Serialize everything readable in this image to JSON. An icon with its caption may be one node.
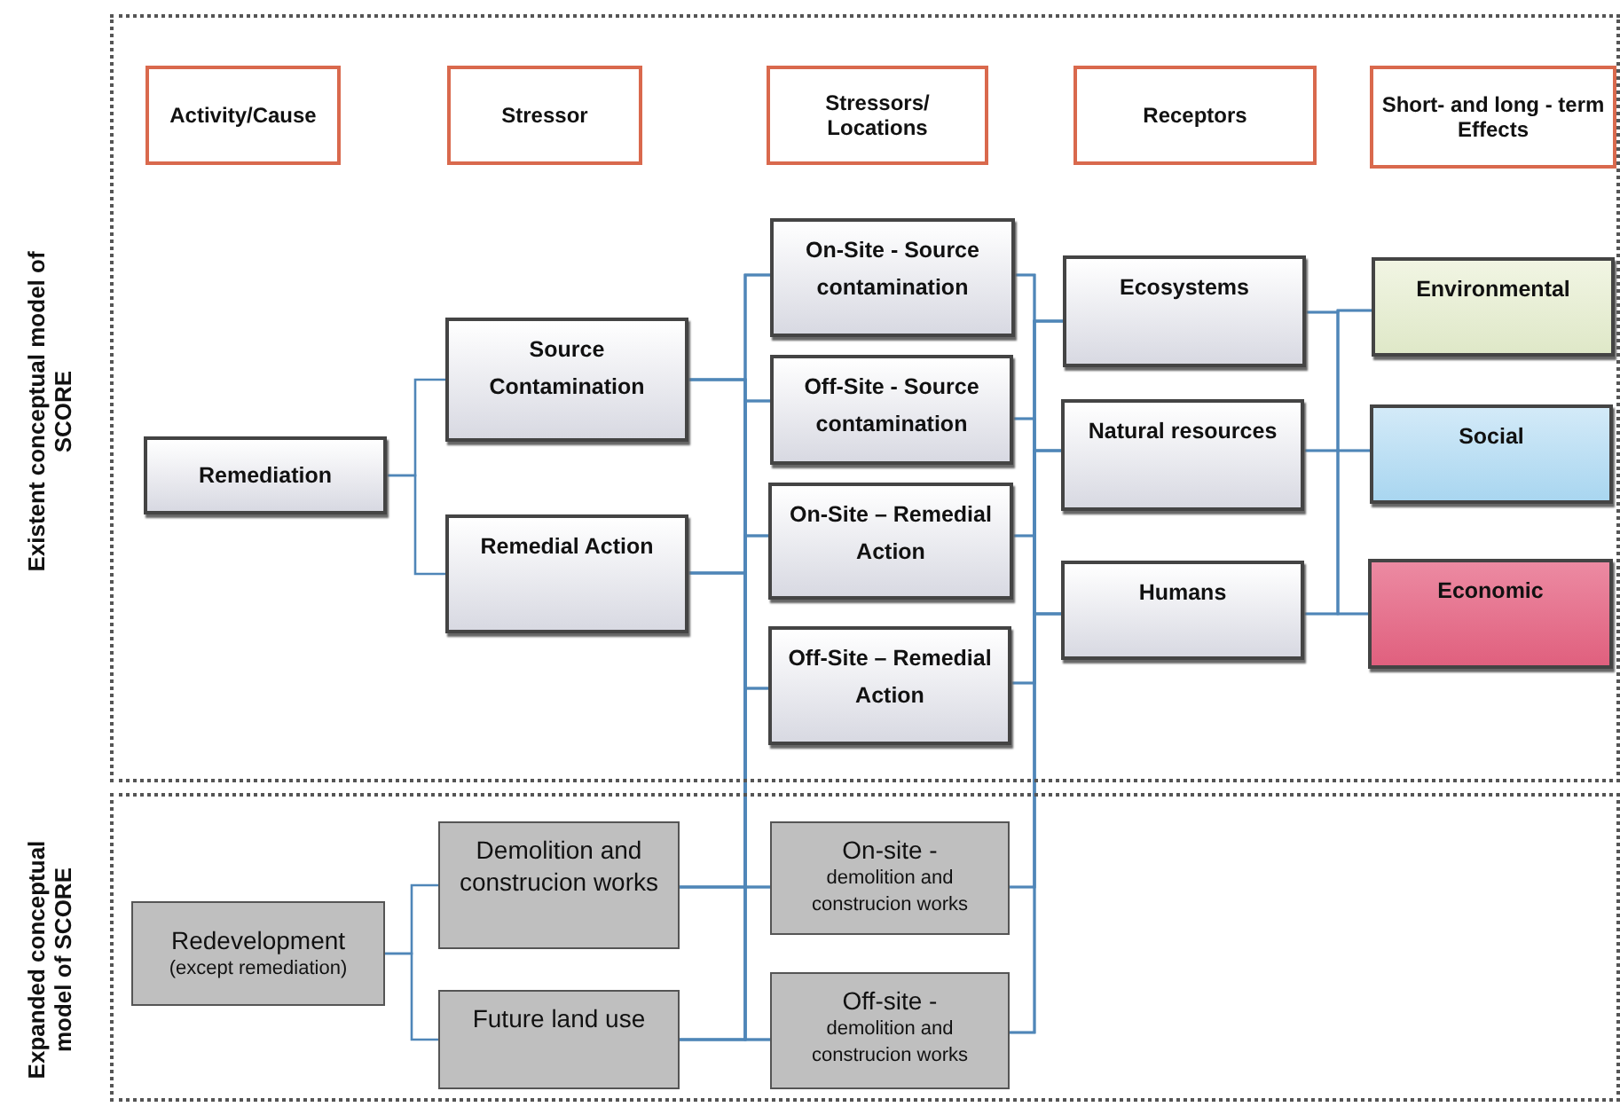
{
  "diagram": {
    "nodes": [
      {
        "text": [
          "Existent conceptual model of SCORE"
        ]
      },
      {
        "text": [
          "Activity/Cause"
        ],
        "in": 0
      },
      {
        "text": [
          "Stressor"
        ],
        "in": 0
      },
      {
        "text": [
          "Stressors/ Locations"
        ],
        "in": 0
      },
      {
        "text": [
          "Receptors"
        ],
        "in": 0
      },
      {
        "text": [
          "Short- and long - term Effects"
        ],
        "in": 0
      },
      {
        "text": [
          "Remediation"
        ],
        "in": 0
      },
      {
        "text": [
          "Source Contamination"
        ],
        "in": 0
      },
      {
        "text": [
          "Remedial Action"
        ],
        "in": 0
      },
      {
        "text": [
          "On-Site - Source contamination"
        ],
        "in": 0
      },
      {
        "text": [
          "Off-Site - Source contamination"
        ],
        "in": 0
      },
      {
        "text": [
          "On-Site – Remedial Action"
        ],
        "in": 0
      },
      {
        "text": [
          "Off-Site – Remedial Action"
        ],
        "in": 0
      },
      {
        "text": [
          "Ecosystems"
        ],
        "in": 0
      },
      {
        "text": [
          "Natural resources"
        ],
        "in": 0
      },
      {
        "text": [
          "Humans"
        ],
        "in": 0
      },
      {
        "text": [
          "Environmental"
        ],
        "in": 0
      },
      {
        "text": [
          "Social"
        ],
        "in": 0
      },
      {
        "text": [
          "Economic"
        ],
        "in": 0
      },
      {
        "text": [
          "Expanded conceptual model of SCORE"
        ]
      },
      {
        "text": [
          "Redevelopment",
          "(except remediation)"
        ],
        "in": 19
      },
      {
        "text": [
          "Demolition and construcion works"
        ],
        "in": 19
      },
      {
        "text": [
          "Future land use"
        ],
        "in": 19
      },
      {
        "text": [
          "On-site -",
          "demolition and construcion works"
        ],
        "in": 19
      },
      {
        "text": [
          "Off-site -",
          "demolition and construcion works"
        ],
        "in": 19
      }
    ],
    "edges": [
      {
        "from": 6,
        "to": 7,
        "arrow": "none"
      },
      {
        "from": 6,
        "to": 8,
        "arrow": "none"
      },
      {
        "from": 20,
        "to": 21,
        "arrow": "none"
      },
      {
        "from": 20,
        "to": 22,
        "arrow": "none"
      },
      {
        "from": 7,
        "to": 9,
        "arrow": "none"
      },
      {
        "from": 7,
        "to": 10,
        "arrow": "none"
      },
      {
        "from": 7,
        "to": 11,
        "arrow": "none"
      },
      {
        "from": 7,
        "to": 12,
        "arrow": "none"
      },
      {
        "from": 7,
        "to": 23,
        "arrow": "none"
      },
      {
        "from": 7,
        "to": 24,
        "arrow": "none"
      },
      {
        "from": 8,
        "to": 9,
        "arrow": "none"
      },
      {
        "from": 8,
        "to": 10,
        "arrow": "none"
      },
      {
        "from": 8,
        "to": 11,
        "arrow": "none"
      },
      {
        "from": 8,
        "to": 12,
        "arrow": "none"
      },
      {
        "from": 8,
        "to": 23,
        "arrow": "none"
      },
      {
        "from": 8,
        "to": 24,
        "arrow": "none"
      },
      {
        "from": 21,
        "to": 9,
        "arrow": "none"
      },
      {
        "from": 21,
        "to": 10,
        "arrow": "none"
      },
      {
        "from": 21,
        "to": 11,
        "arrow": "none"
      },
      {
        "from": 21,
        "to": 12,
        "arrow": "none"
      },
      {
        "from": 21,
        "to": 23,
        "arrow": "none"
      },
      {
        "from": 21,
        "to": 24,
        "arrow": "none"
      },
      {
        "from": 22,
        "to": 9,
        "arrow": "none"
      },
      {
        "from": 22,
        "to": 10,
        "arrow": "none"
      },
      {
        "from": 22,
        "to": 11,
        "arrow": "none"
      },
      {
        "from": 22,
        "to": 12,
        "arrow": "none"
      },
      {
        "from": 22,
        "to": 23,
        "arrow": "none"
      },
      {
        "from": 22,
        "to": 24,
        "arrow": "none"
      },
      {
        "from": 9,
        "to": 13,
        "arrow": "none"
      },
      {
        "from": 9,
        "to": 14,
        "arrow": "none"
      },
      {
        "from": 9,
        "to": 15,
        "arrow": "none"
      },
      {
        "from": 10,
        "to": 13,
        "arrow": "none"
      },
      {
        "from": 10,
        "to": 14,
        "arrow": "none"
      },
      {
        "from": 10,
        "to": 15,
        "arrow": "none"
      },
      {
        "from": 11,
        "to": 13,
        "arrow": "none"
      },
      {
        "from": 11,
        "to": 14,
        "arrow": "none"
      },
      {
        "from": 11,
        "to": 15,
        "arrow": "none"
      },
      {
        "from": 12,
        "to": 13,
        "arrow": "none"
      },
      {
        "from": 12,
        "to": 14,
        "arrow": "none"
      },
      {
        "from": 12,
        "to": 15,
        "arrow": "none"
      },
      {
        "from": 23,
        "to": 13,
        "arrow": "none"
      },
      {
        "from": 23,
        "to": 14,
        "arrow": "none"
      },
      {
        "from": 23,
        "to": 15,
        "arrow": "none"
      },
      {
        "from": 24,
        "to": 13,
        "arrow": "none"
      },
      {
        "from": 24,
        "to": 14,
        "arrow": "none"
      },
      {
        "from": 24,
        "to": 15,
        "arrow": "none"
      },
      {
        "from": 13,
        "to": 16,
        "arrow": "none"
      },
      {
        "from": 13,
        "to": 17,
        "arrow": "none"
      },
      {
        "from": 13,
        "to": 18,
        "arrow": "none"
      },
      {
        "from": 14,
        "to": 16,
        "arrow": "none"
      },
      {
        "from": 14,
        "to": 17,
        "arrow": "none"
      },
      {
        "from": 14,
        "to": 18,
        "arrow": "none"
      },
      {
        "from": 15,
        "to": 16,
        "arrow": "none"
      },
      {
        "from": 15,
        "to": 17,
        "arrow": "none"
      },
      {
        "from": 15,
        "to": 18,
        "arrow": "none"
      }
    ]
  }
}
